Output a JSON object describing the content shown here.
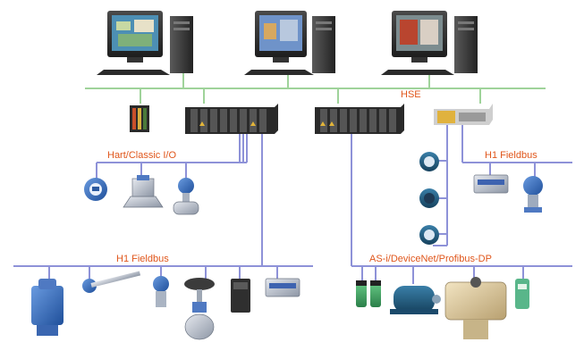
{
  "labels": {
    "hse": "HSE",
    "hart_classic_io": "Hart/Classic I/O",
    "h1_fieldbus_right": "H1 Fieldbus",
    "h1_fieldbus_left": "H1 Fieldbus",
    "asi_devicenet_profibus": "AS-i/DeviceNet/Profibus-DP"
  },
  "colors": {
    "hse_line": "#9fd39a",
    "fieldbus_line": "#8e92d8",
    "label_text": "#e0561b",
    "controller_body": "#2a2a2a"
  },
  "icons": {
    "workstations": [
      "workstation-computer-icon",
      "workstation-computer-icon",
      "workstation-computer-icon"
    ],
    "controllers": [
      "io-rack-icon",
      "controller-rack-icon",
      "controller-rack-icon",
      "linking-device-icon"
    ]
  }
}
